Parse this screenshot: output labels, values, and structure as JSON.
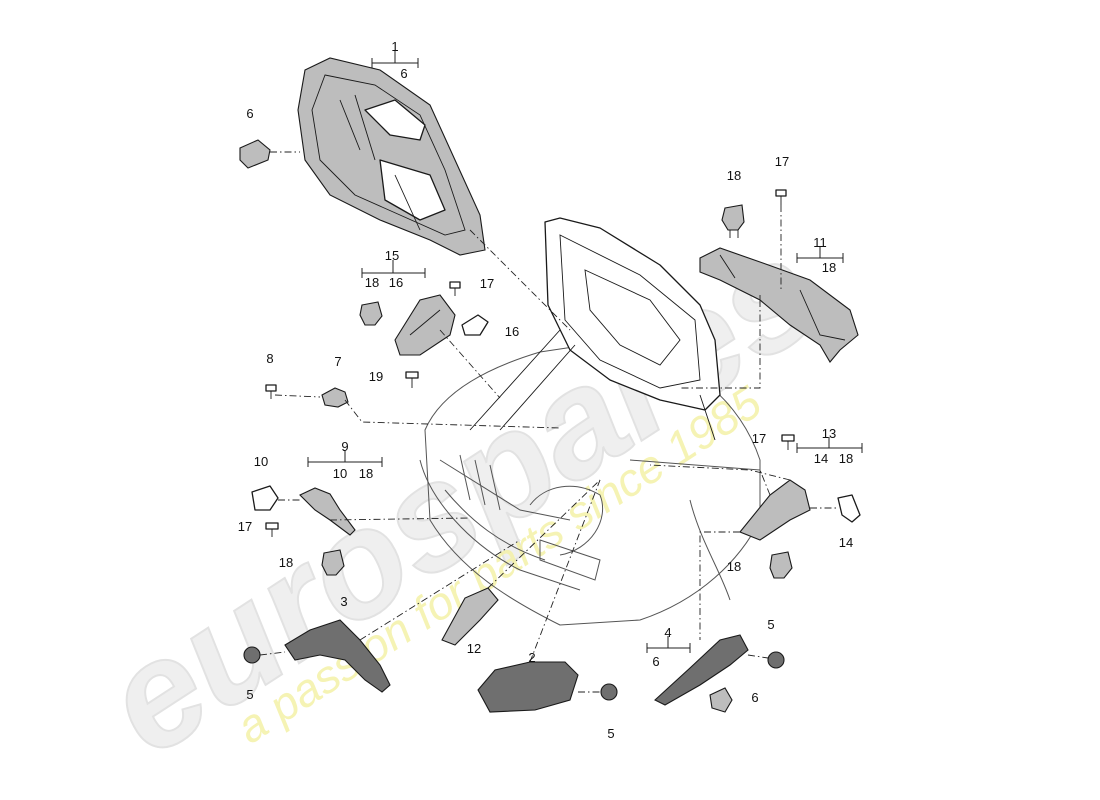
{
  "watermark": {
    "brand": "eurospares",
    "tagline": "a passion for parts since 1985"
  },
  "callouts": {
    "c1": "1",
    "c1_sub": "6",
    "c6_hood": "6",
    "c15": "15",
    "c15_sub_a": "18",
    "c15_sub_b": "16",
    "c17_top_left": "17",
    "c16": "16",
    "c8": "8",
    "c7": "7",
    "c19": "19",
    "c18_top_right": "18",
    "c17_top_right": "17",
    "c11": "11",
    "c11_sub": "18",
    "c10": "10",
    "c9": "9",
    "c9_sub_a": "10",
    "c9_sub_b": "18",
    "c17_left": "17",
    "c18_left": "18",
    "c17_right": "17",
    "c13": "13",
    "c13_sub_a": "14",
    "c13_sub_b": "18",
    "c18_right": "18",
    "c14": "14",
    "c3": "3",
    "c5_left": "5",
    "c12": "12",
    "c2": "2",
    "c5_bottom": "5",
    "c4": "4",
    "c4_sub": "6",
    "c5_right": "5",
    "c6_right": "6"
  }
}
